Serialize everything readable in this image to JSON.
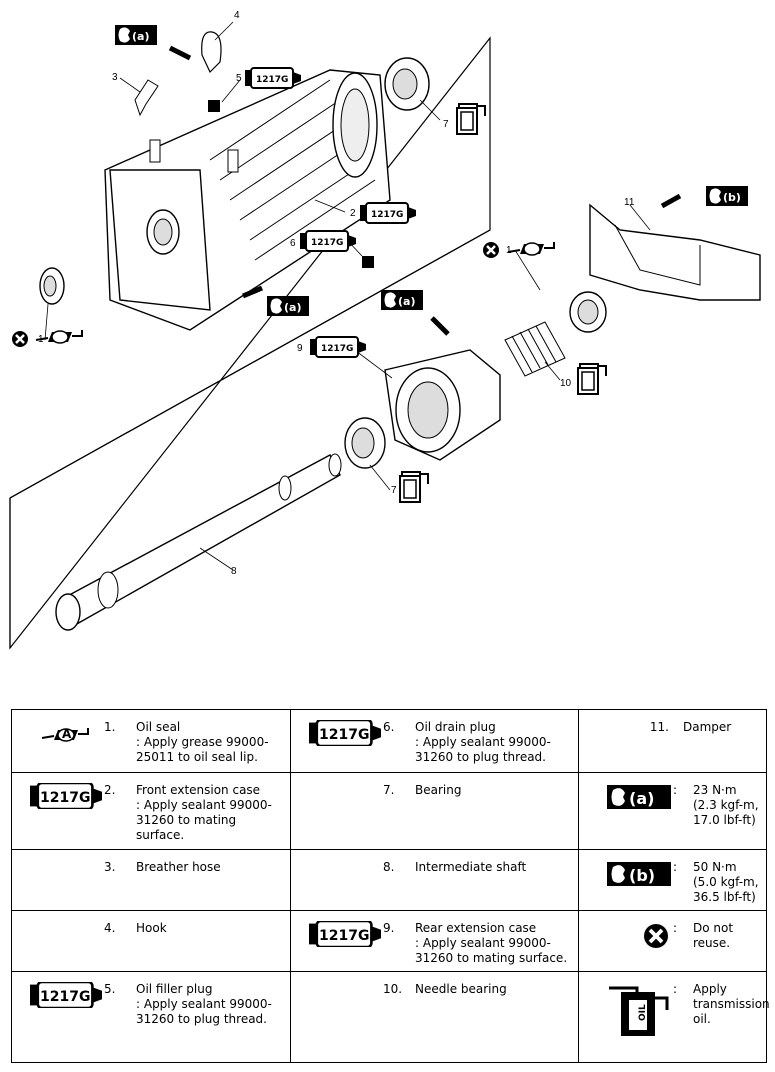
{
  "callouts": {
    "c1": "1",
    "c2": "2",
    "c3": "3",
    "c4": "4",
    "c5": "5",
    "c6": "6",
    "c7": "7",
    "c8": "8",
    "c9": "9",
    "c10": "10",
    "c11": "11"
  },
  "tags": {
    "sealant": "1217G",
    "torque_a": "(a)",
    "torque_b": "(b)",
    "grease": "A",
    "oil": "OIL"
  },
  "legend": {
    "r1c1": {
      "num": "1.",
      "text": "Oil seal\n: Apply grease 99000-25011 to oil seal lip."
    },
    "r1c2": {
      "num": "6.",
      "text": "Oil drain plug\n: Apply sealant 99000-31260 to plug thread."
    },
    "r1c3": {
      "num": "11.",
      "text": "Damper"
    },
    "r2c1": {
      "num": "2.",
      "text": "Front extension case\n: Apply sealant 99000-31260 to mating surface."
    },
    "r2c2": {
      "num": "7.",
      "text": "Bearing"
    },
    "r2c3": {
      "colon": ":",
      "text": "23 N·m (2.3 kgf-m, 17.0 lbf-ft)"
    },
    "r3c1": {
      "num": "3.",
      "text": "Breather hose"
    },
    "r3c2": {
      "num": "8.",
      "text": "Intermediate shaft"
    },
    "r3c3": {
      "colon": ":",
      "text": "50 N·m (5.0 kgf-m, 36.5 lbf-ft)"
    },
    "r4c1": {
      "num": "4.",
      "text": "Hook"
    },
    "r4c2": {
      "num": "9.",
      "text": "Rear extension case\n: Apply sealant 99000-31260 to mating surface."
    },
    "r4c3": {
      "colon": ":",
      "text": "Do not reuse."
    },
    "r5c1": {
      "num": "5.",
      "text": "Oil filler plug\n: Apply sealant 99000-31260 to plug thread."
    },
    "r5c2": {
      "num": "10.",
      "text": "Needle bearing"
    },
    "r5c3": {
      "colon": ":",
      "text": "Apply transmission oil."
    }
  }
}
